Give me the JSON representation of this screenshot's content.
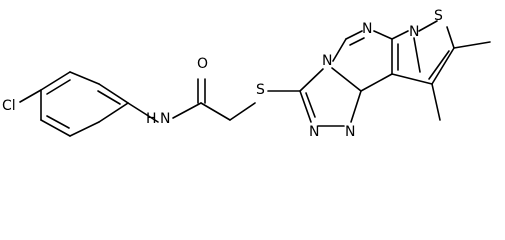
{
  "molecule": {
    "atoms": {
      "chlorine": "Cl",
      "amide_nitrogen": "N",
      "amide_hydrogen": "H",
      "carbonyl_oxygen": "O",
      "thioether_sulfur": "S",
      "fused_nitrogen": "N",
      "pyrimidine_nitrogen_top": "N",
      "pyrimidine_nitrogen_right": "N",
      "thiophene_sulfur": "S",
      "triazole_nitrogen_left": "N",
      "triazole_nitrogen_right": "N"
    }
  }
}
